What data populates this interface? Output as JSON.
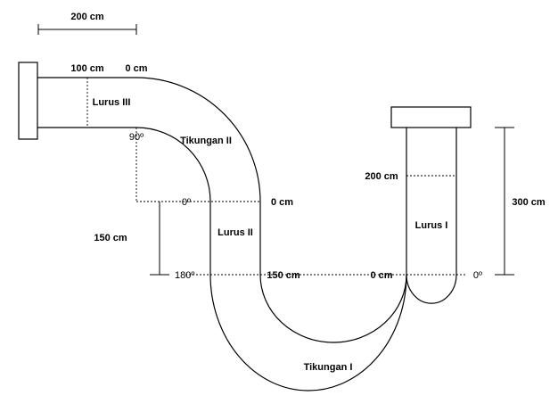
{
  "labels": {
    "scale_200": "200 cm",
    "lurus3_start": "100 cm",
    "lurus3_end": "0 cm",
    "lurus3": "Lurus III",
    "angle_90": "90º",
    "tikungan2": "Tikungan II",
    "angle_0_upper": "0º",
    "lurus2_end": "0 cm",
    "lurus2_len": "150 cm",
    "lurus2": "Lurus II",
    "angle_180": "180º",
    "mark_150": "150 cm",
    "mark_0": "0 cm",
    "angle_0_right": "0º",
    "lurus1_200": "200 cm",
    "lurus1": "Lurus I",
    "height_300": "300 cm",
    "tikungan1": "Tikungan I"
  }
}
